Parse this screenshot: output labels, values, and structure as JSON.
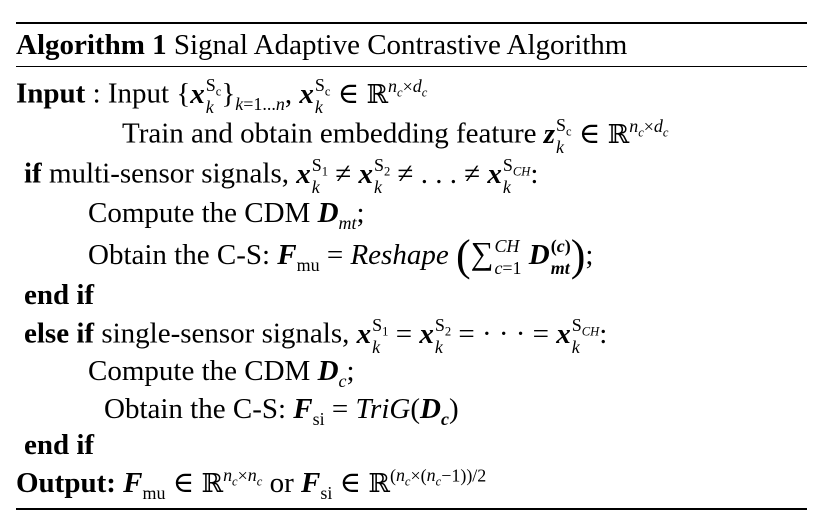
{
  "algorithm": {
    "label": "Algorithm 1",
    "title": "Signal Adaptive Contrastive Algorithm"
  },
  "lines": {
    "input_keyword": "Input",
    "input_colon": ":",
    "input_text": "Input",
    "train_text": "Train and obtain embedding feature",
    "if_keyword": "if",
    "multi_text": "multi-sensor signals,",
    "compute_text": "Compute the CDM",
    "obtain_text": "Obtain the C-S:",
    "end_if": "end if",
    "else_if_keyword": "else if",
    "single_text": "single-sensor signals,",
    "output_keyword": "Output:",
    "or_text": "or"
  }
}
